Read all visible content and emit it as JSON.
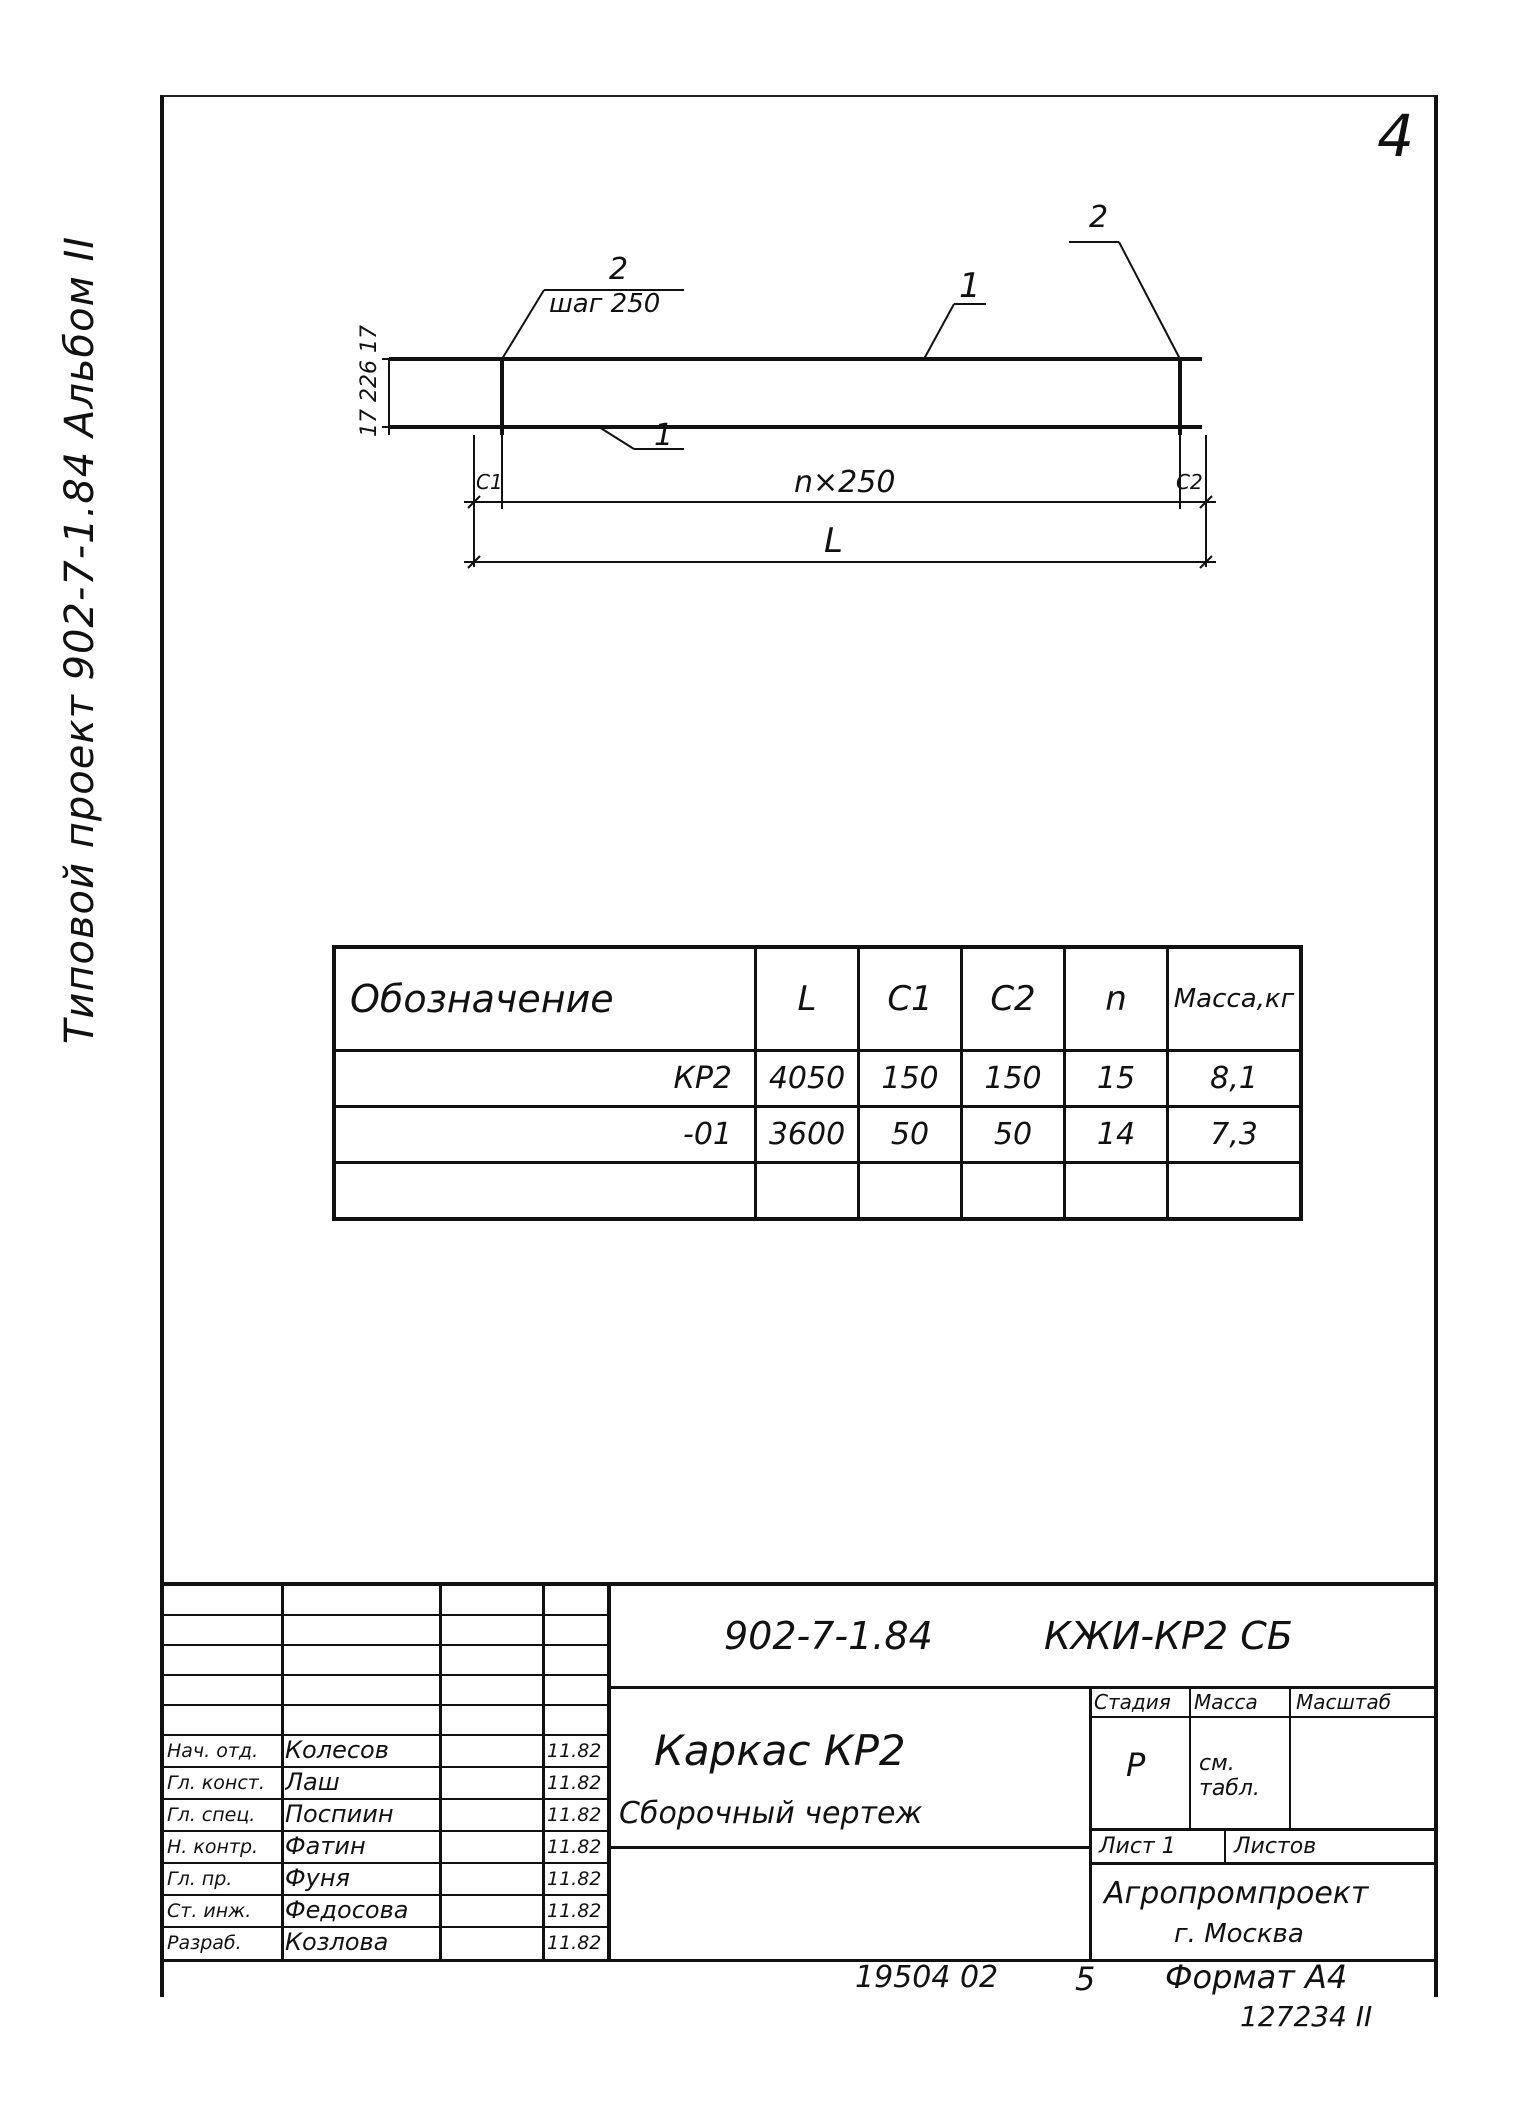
{
  "sidebar": {
    "stamp": "Типовой проект 902-7-1.84 Альбом II"
  },
  "page": {
    "number": "4"
  },
  "drawing": {
    "pos_2_top": "2",
    "step_label": "шаг 250",
    "pos_1_top": "1",
    "pos_2_right": "2",
    "height_label": "17 226 17",
    "pos_1_bottom": "1",
    "c1": "C1",
    "span": "n×250",
    "c2": "C2",
    "length": "L"
  },
  "table": {
    "headers": [
      "Обозначение",
      "L",
      "C1",
      "C2",
      "n",
      "Масса,кг"
    ],
    "rows": [
      [
        "КР2",
        "4050",
        "150",
        "150",
        "15",
        "8,1"
      ],
      [
        "-01",
        "3600",
        "50",
        "50",
        "14",
        "7,3"
      ],
      [
        "",
        "",
        "",
        "",
        "",
        ""
      ]
    ]
  },
  "title_block": {
    "doc_code": "902-7-1.84",
    "sheet_code": "КЖИ-КР2 СБ",
    "title": "Каркас КР2",
    "subtitle": "Сборочный чертеж",
    "stage_header": "Стадия",
    "mass_header": "Масса",
    "scale_header": "Масштаб",
    "stage": "Р",
    "mass": "см. табл.",
    "sheet": "Лист 1",
    "sheets": "Листов",
    "org": "Агропромпроект",
    "city": "г. Москва",
    "signatures": [
      {
        "role": "Нач. отд.",
        "name": "Колесов",
        "date": "11.82"
      },
      {
        "role": "Гл. конст.",
        "name": "Лаш",
        "date": "11.82"
      },
      {
        "role": "Гл. спец.",
        "name": "Поспиин",
        "date": "11.82"
      },
      {
        "role": "Н. контр.",
        "name": "Фатин",
        "date": "11.82"
      },
      {
        "role": "Гл. пр.",
        "name": "Фуня",
        "date": "11.82"
      },
      {
        "role": "Ст. инж.",
        "name": "Федосова",
        "date": "11.82"
      },
      {
        "role": "Разраб.",
        "name": "Козлова",
        "date": "11.82"
      }
    ]
  },
  "footer": {
    "inv": "19504 02",
    "num": "5",
    "format": "Формат А4",
    "archive": "127234 II"
  }
}
